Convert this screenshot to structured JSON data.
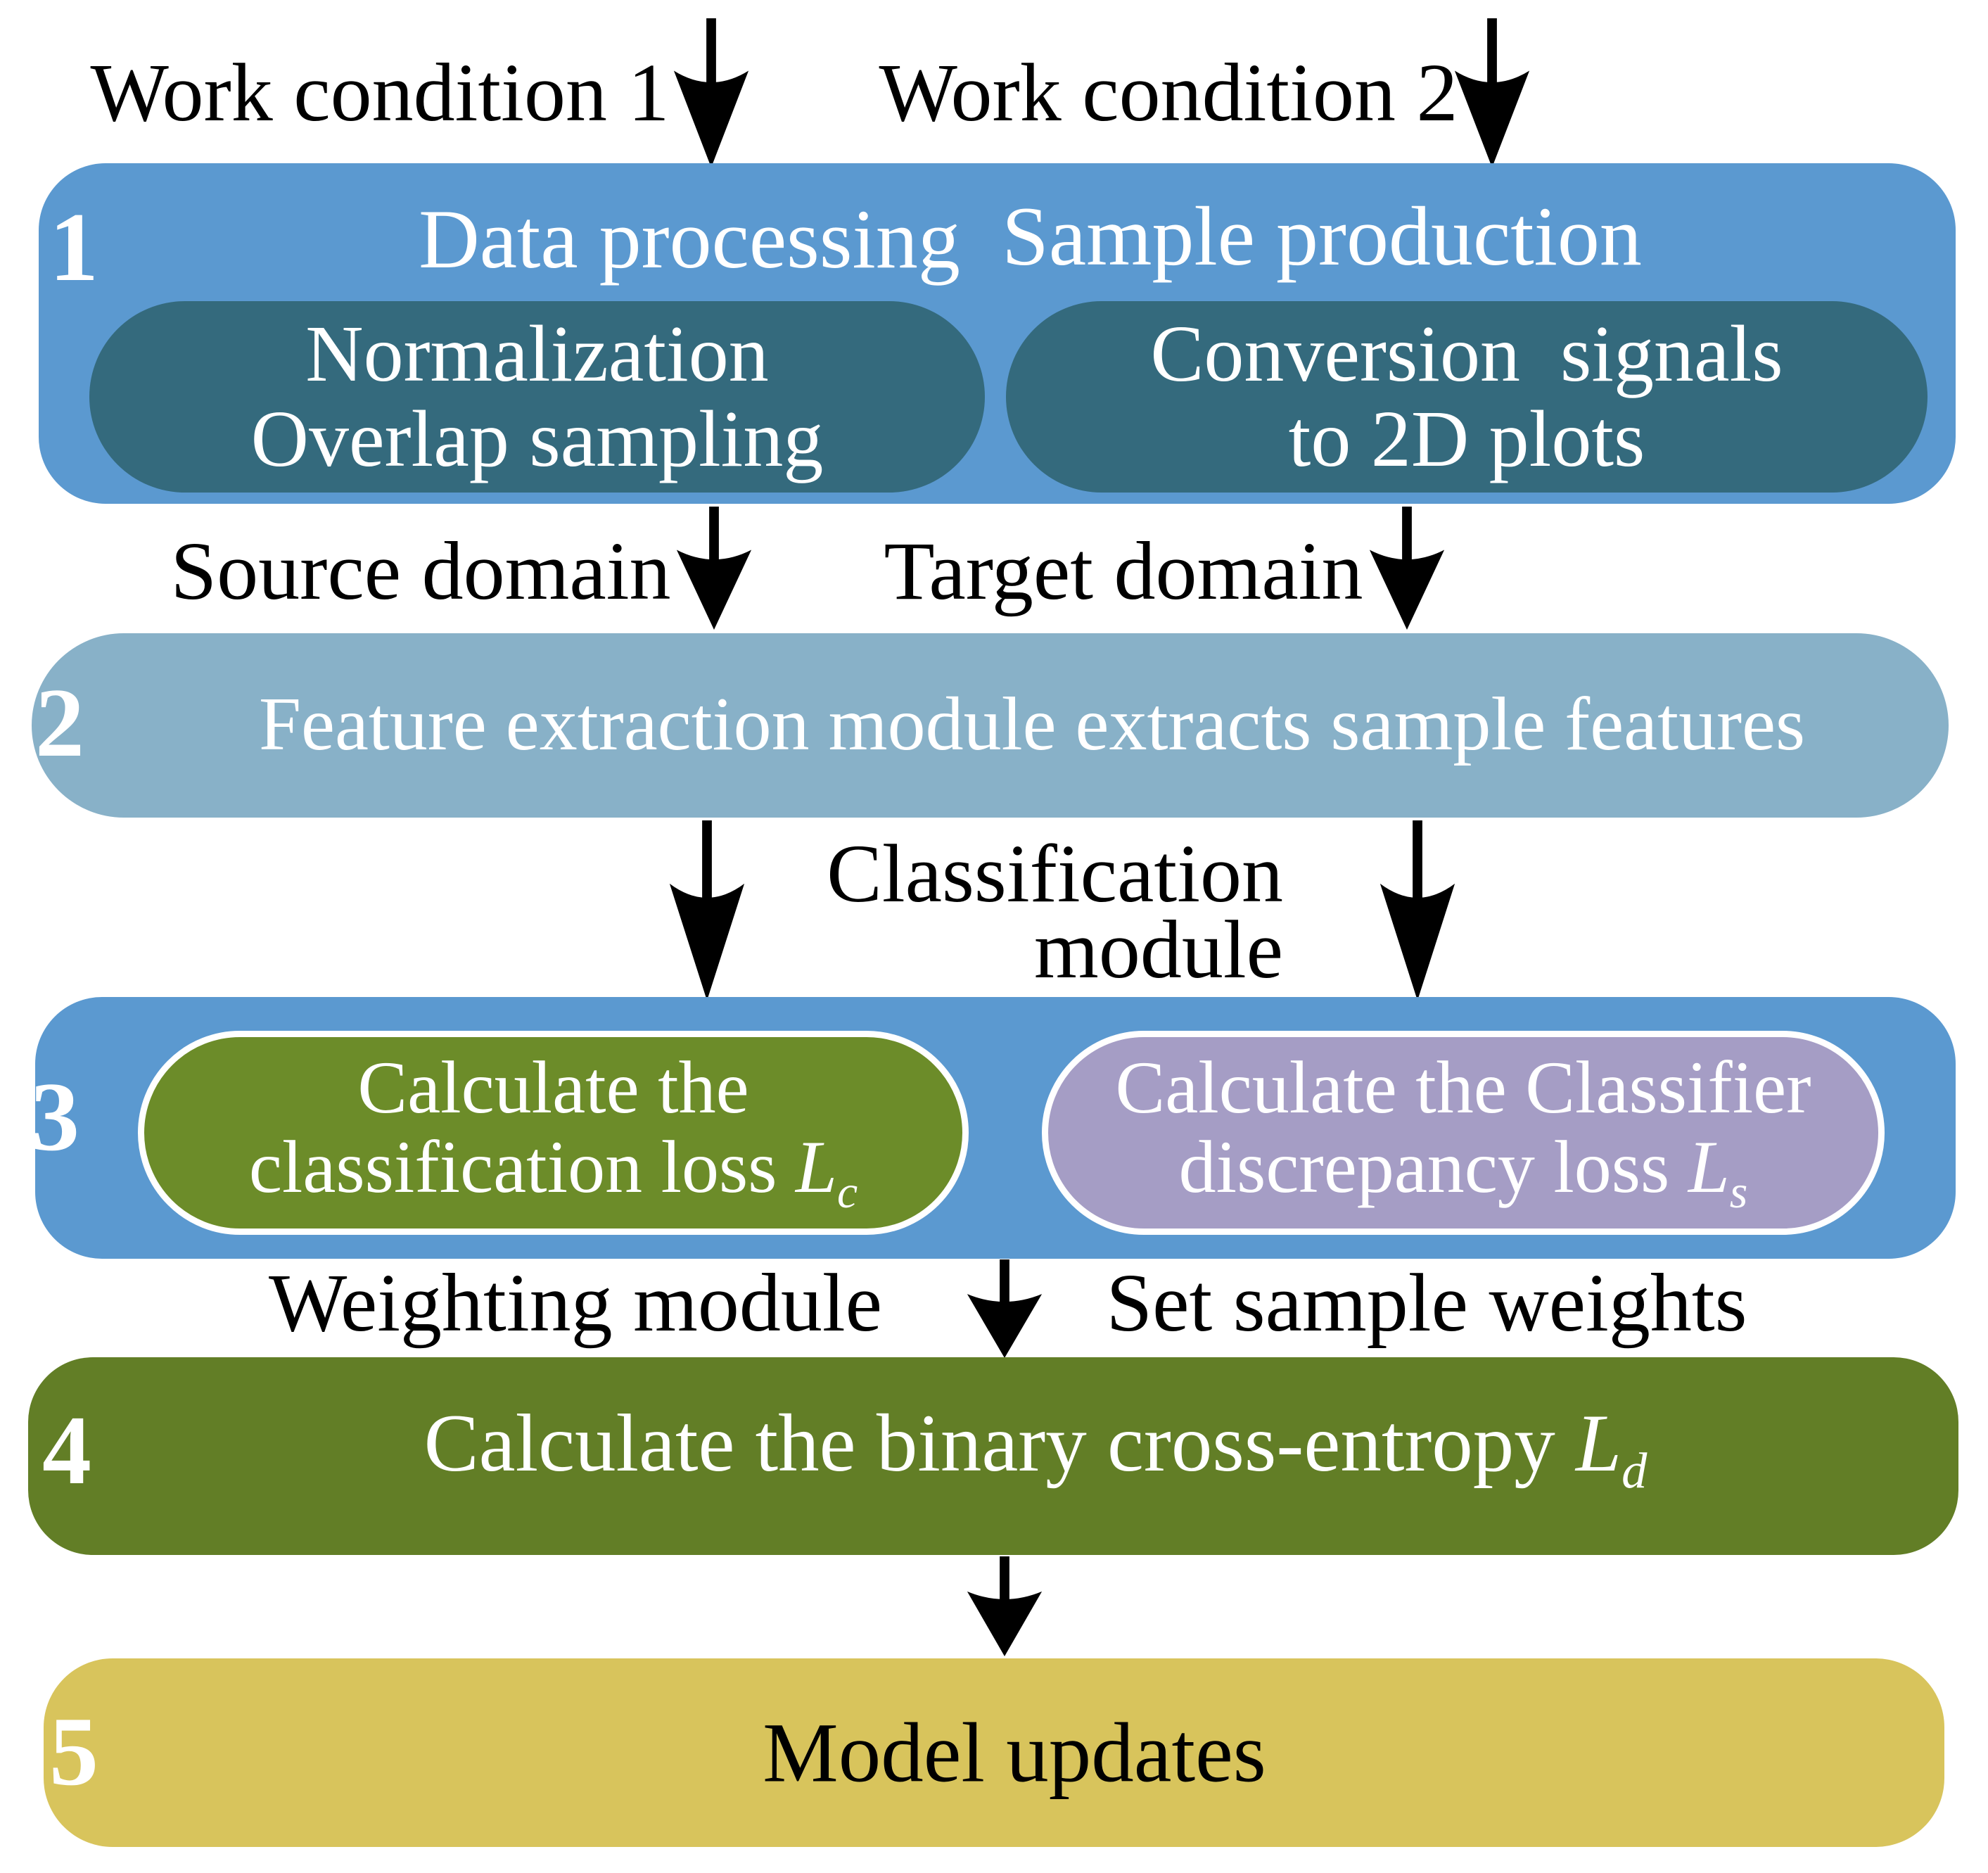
{
  "colors": {
    "step_blue": "#5b99d0",
    "sub_teal": "#346a7d",
    "feature_light_blue": "#88b1c8",
    "loss_olive": "#6c8c29",
    "entropy_olive": "#627e26",
    "discrepancy_purple": "#a59dc5",
    "update_khaki": "#d8c45c",
    "arrow_black": "#000000",
    "box_text_white": "#ffffff"
  },
  "labels": {
    "work_condition_1": "Work condition 1",
    "work_condition_2": "Work condition 2",
    "source_domain": "Source domain",
    "target_domain": "Target domain",
    "classification_module_line1": "Classification",
    "classification_module_line2": "module",
    "weighting_module": "Weighting module",
    "set_sample_weights": "Set sample weights"
  },
  "steps": {
    "step1": {
      "number": "1",
      "title_left": "Data processing",
      "title_right": "Sample production",
      "sub_left_line1": "Normalization",
      "sub_left_line2": "Overlap sampling",
      "sub_right_line1": "Conversion  signals",
      "sub_right_line2": "to 2D plots"
    },
    "step2": {
      "number": "2",
      "title": "Feature extraction module extracts sample features"
    },
    "step3": {
      "number": "3",
      "left_line1": "Calculate the",
      "left_line2": "classification loss ",
      "left_var": "L",
      "left_sub": "c",
      "right_line1": "Calculate the Classifier",
      "right_line2": "discrepancy loss ",
      "right_var": "L",
      "right_sub": "s"
    },
    "step4": {
      "number": "4",
      "text": "Calculate the binary cross-entropy ",
      "var": "L",
      "sub": "d"
    },
    "step5": {
      "number": "5",
      "text": "Model updates"
    }
  }
}
